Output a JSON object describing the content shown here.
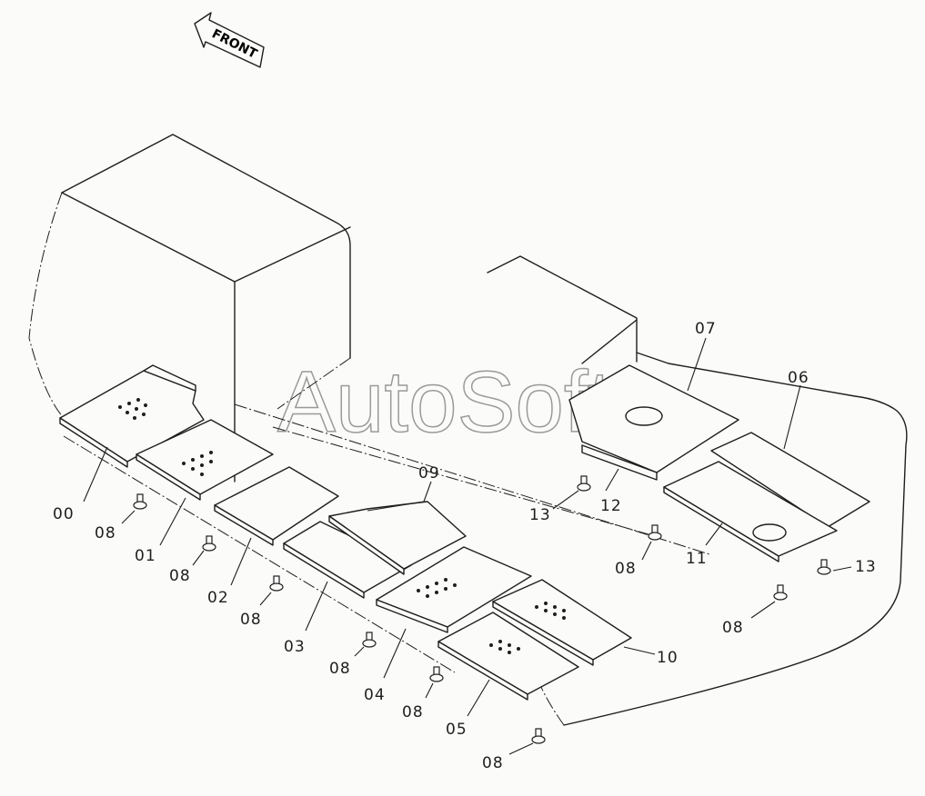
{
  "direction_label": "FRONT",
  "watermark": "AutoSoft",
  "part_labels": {
    "p00": "00",
    "p01": "01",
    "p02": "02",
    "p03": "03",
    "p04": "04",
    "p05": "05",
    "p06": "06",
    "p07": "07",
    "p08": "08",
    "p09": "09",
    "p10": "10",
    "p11": "11",
    "p12": "12",
    "p13": "13"
  },
  "colors": {
    "ink": "#1e1e1e",
    "paper": "#fbfbf9",
    "watermark": "#9a9a9a"
  }
}
